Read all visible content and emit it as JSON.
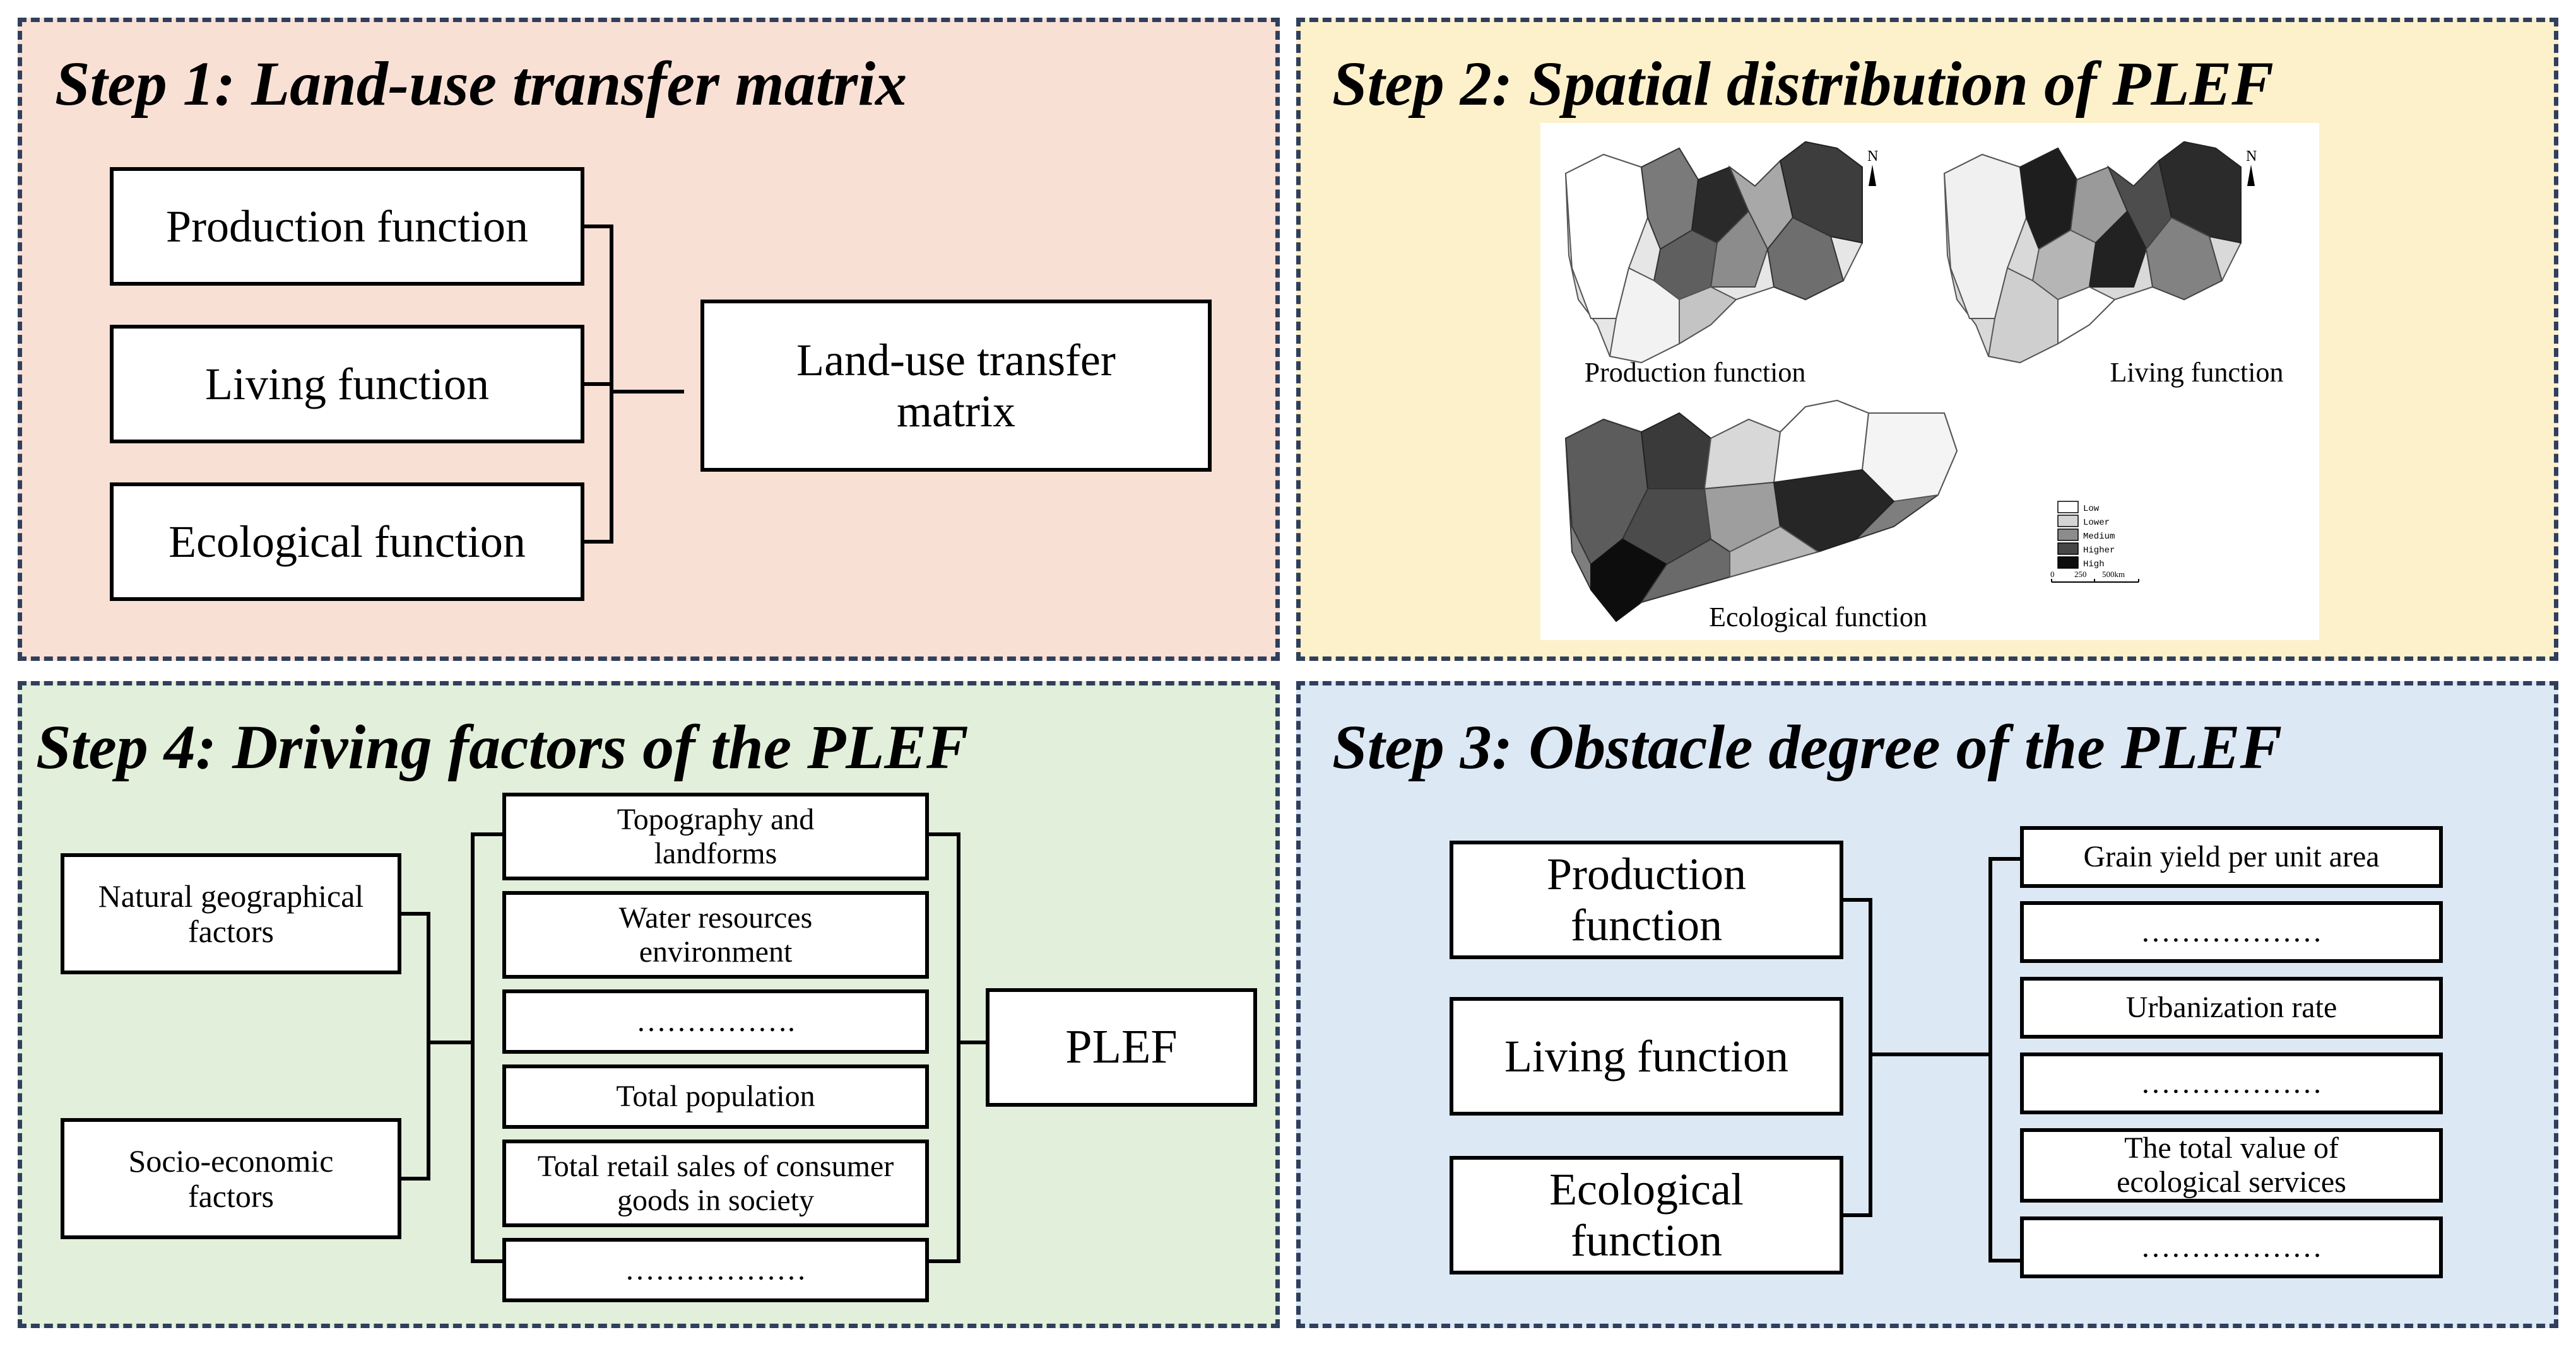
{
  "colors": {
    "step1_bg": "#f9e0d5",
    "step2_bg": "#fdf1cc",
    "step3_bg": "#dde8f5",
    "step4_bg": "#e2efda",
    "border": "#2f3f5c"
  },
  "step1": {
    "title": "Step 1: Land-use transfer matrix",
    "inputs": [
      "Production function",
      "Living function",
      "Ecological function"
    ],
    "output": "Land-use transfer matrix"
  },
  "step2": {
    "title": "Step 2: Spatial distribution of PLEF",
    "maps": {
      "production_label": "Production function",
      "living_label": "Living function",
      "ecological_label": "Ecological function"
    },
    "legend": [
      "Low",
      "Lower",
      "Medium",
      "Higher",
      "High"
    ],
    "legend_colors": [
      "#ffffff",
      "#d4d4d4",
      "#8c8c8c",
      "#474747",
      "#0d0d0d"
    ],
    "scale": [
      "0",
      "250",
      "500km"
    ],
    "north": "N"
  },
  "step3": {
    "title": "Step 3: Obstacle degree of the PLEF",
    "functions": [
      "Production function",
      "Living function",
      "Ecological function"
    ],
    "indicators": [
      "Grain yield per unit area",
      "………………",
      "Urbanization rate",
      "………………",
      "The total value of ecological services",
      "………………"
    ]
  },
  "step4": {
    "title": "Step 4: Driving factors of the PLEF",
    "categories": [
      "Natural geographical factors",
      "Socio-economic factors"
    ],
    "factors": [
      "Topography and landforms",
      "Water resources environment",
      "…………….",
      "Total population",
      "Total retail sales of consumer goods in society",
      "………………"
    ],
    "output": "PLEF"
  }
}
